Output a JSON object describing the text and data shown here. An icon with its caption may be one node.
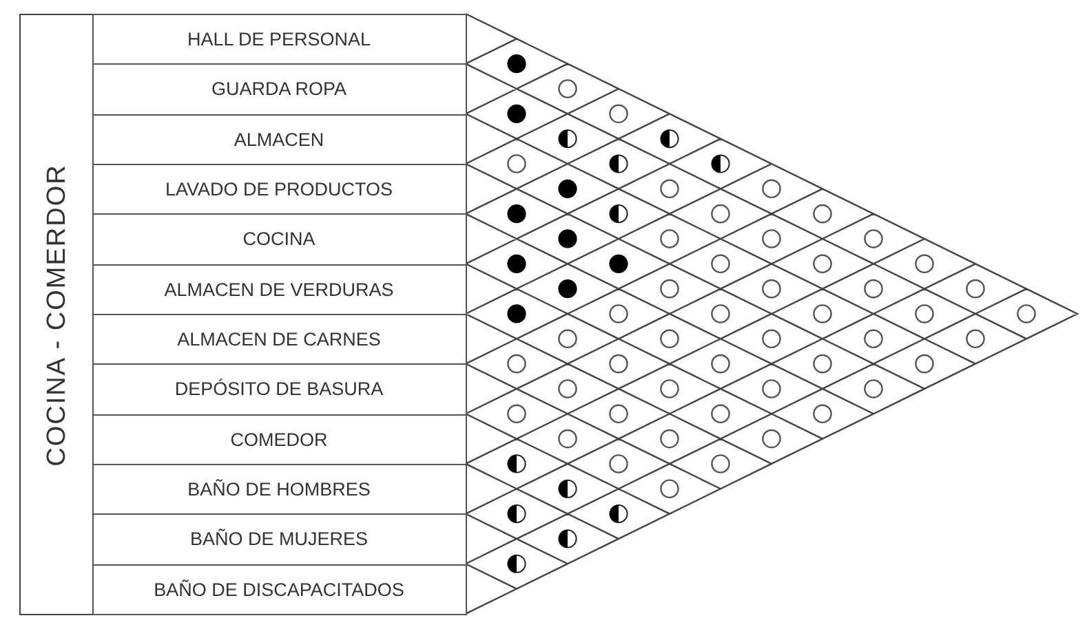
{
  "diagram": {
    "nodes": [
      {
        "text": [
          "COCINA - COMERDOR"
        ]
      },
      {
        "text": [
          "HALL DE PERSONAL"
        ],
        "in": 0
      },
      {
        "text": [
          "GUARDA ROPA"
        ],
        "in": 0
      },
      {
        "text": [
          "ALMACEN"
        ],
        "in": 0
      },
      {
        "text": [
          "LAVADO DE PRODUCTOS"
        ],
        "in": 0
      },
      {
        "text": [
          "COCINA"
        ],
        "in": 0
      },
      {
        "text": [
          "ALMACEN DE VERDURAS"
        ],
        "in": 0
      },
      {
        "text": [
          "ALMACEN DE CARNES"
        ],
        "in": 0
      },
      {
        "text": [
          "DEPÓSITO DE BASURA"
        ],
        "in": 0
      },
      {
        "text": [
          "COMEDOR"
        ],
        "in": 0
      },
      {
        "text": [
          "BAÑO DE HOMBRES"
        ],
        "in": 0
      },
      {
        "text": [
          "BAÑO DE MUJERES"
        ],
        "in": 0
      },
      {
        "text": [
          "BAÑO DE DISCAPACITADOS"
        ],
        "in": 0
      },
      {
        "text": [],
        "shape": "dot"
      },
      {
        "text": [],
        "shape": "dot"
      },
      {
        "text": [],
        "shape": "circle"
      },
      {
        "text": [],
        "shape": "dot"
      },
      {
        "text": [],
        "shape": "dot"
      },
      {
        "text": [],
        "shape": "dot"
      },
      {
        "text": [],
        "shape": "circle"
      },
      {
        "text": [],
        "shape": "circle"
      },
      {
        "text": [],
        "shape": "half-dot"
      },
      {
        "text": [],
        "shape": "half-dot"
      },
      {
        "text": [],
        "shape": "half-dot"
      },
      {
        "text": [],
        "shape": "circle"
      },
      {
        "text": [],
        "shape": "half-dot"
      },
      {
        "text": [],
        "shape": "dot"
      },
      {
        "text": [],
        "shape": "dot"
      },
      {
        "text": [],
        "shape": "dot"
      },
      {
        "text": [],
        "shape": "circle"
      },
      {
        "text": [],
        "shape": "circle"
      },
      {
        "text": [],
        "shape": "circle"
      },
      {
        "text": [],
        "shape": "half-dot"
      },
      {
        "text": [],
        "shape": "half-dot"
      },
      {
        "text": [],
        "shape": "circle"
      },
      {
        "text": [],
        "shape": "half-dot"
      },
      {
        "text": [],
        "shape": "half-dot"
      },
      {
        "text": [],
        "shape": "dot"
      },
      {
        "text": [],
        "shape": "circle"
      },
      {
        "text": [],
        "shape": "circle"
      },
      {
        "text": [],
        "shape": "circle"
      },
      {
        "text": [],
        "shape": "circle"
      },
      {
        "text": [],
        "shape": "half-dot"
      },
      {
        "text": [],
        "shape": "half-dot"
      },
      {
        "text": [],
        "shape": "circle"
      },
      {
        "text": [],
        "shape": "circle"
      },
      {
        "text": [],
        "shape": "circle"
      },
      {
        "text": [],
        "shape": "circle"
      },
      {
        "text": [],
        "shape": "circle"
      },
      {
        "text": [],
        "shape": "circle"
      },
      {
        "text": [],
        "shape": "circle"
      },
      {
        "text": [],
        "shape": "half-dot"
      },
      {
        "text": [],
        "shape": "circle"
      },
      {
        "text": [],
        "shape": "circle"
      },
      {
        "text": [],
        "shape": "circle"
      },
      {
        "text": [],
        "shape": "circle"
      },
      {
        "text": [],
        "shape": "circle"
      },
      {
        "text": [],
        "shape": "circle"
      },
      {
        "text": [],
        "shape": "circle"
      },
      {
        "text": [],
        "shape": "circle"
      },
      {
        "text": [],
        "shape": "circle"
      },
      {
        "text": [],
        "shape": "circle"
      },
      {
        "text": [],
        "shape": "circle"
      },
      {
        "text": [],
        "shape": "circle"
      },
      {
        "text": [],
        "shape": "circle"
      },
      {
        "text": [],
        "shape": "circle"
      },
      {
        "text": [],
        "shape": "circle"
      },
      {
        "text": [],
        "shape": "circle"
      },
      {
        "text": [],
        "shape": "circle"
      },
      {
        "text": [],
        "shape": "circle"
      },
      {
        "text": [],
        "shape": "circle"
      },
      {
        "text": [],
        "shape": "circle"
      },
      {
        "text": [],
        "shape": "circle"
      },
      {
        "text": [],
        "shape": "circle"
      },
      {
        "text": [],
        "shape": "circle"
      },
      {
        "text": [],
        "shape": "circle"
      },
      {
        "text": [],
        "shape": "circle"
      },
      {
        "text": [],
        "shape": "circle"
      },
      {
        "text": [],
        "shape": "circle"
      }
    ]
  }
}
